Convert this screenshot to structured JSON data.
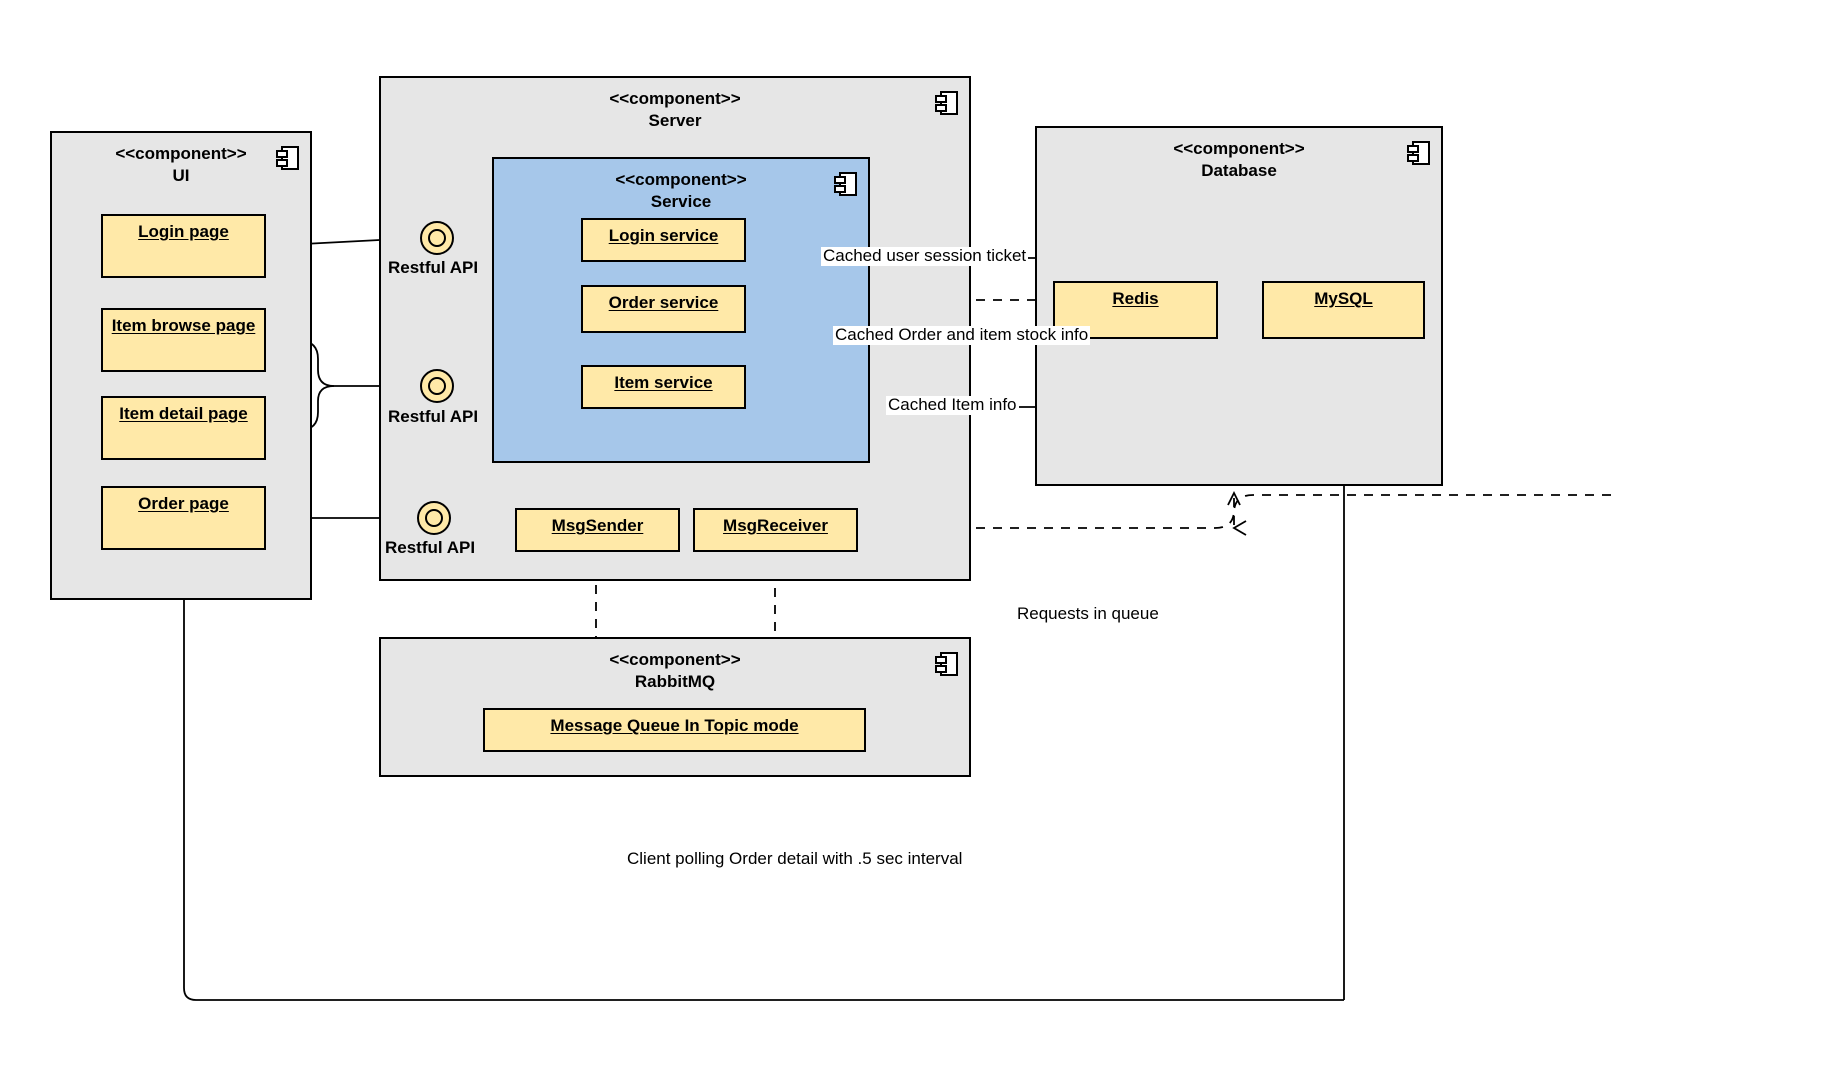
{
  "diagram": {
    "type": "uml-component-diagram",
    "stereotype": "<<component>>",
    "colors": {
      "component_fill": "#e6e6e6",
      "service_fill": "#a6c7ea",
      "node_fill": "#ffe9a8",
      "stroke": "#000000",
      "background": "#ffffff"
    }
  },
  "components": [
    {
      "id": "ui",
      "stereotype": "<<component>>",
      "name": "UI",
      "nodes": [
        {
          "id": "login-page",
          "label": "Login page"
        },
        {
          "id": "item-browse-page",
          "label": "Item browse page"
        },
        {
          "id": "item-detail-page",
          "label": "Item detail page"
        },
        {
          "id": "order-page",
          "label": "Order page"
        }
      ]
    },
    {
      "id": "server",
      "stereotype": "<<component>>",
      "name": "Server",
      "nodes": [
        {
          "id": "msgsender",
          "label": "MsgSender"
        },
        {
          "id": "msgreceiver",
          "label": "MsgReceiver"
        }
      ]
    },
    {
      "id": "service",
      "stereotype": "<<component>>",
      "name": "Service",
      "nodes": [
        {
          "id": "login-service",
          "label": "Login service"
        },
        {
          "id": "order-service",
          "label": "Order service"
        },
        {
          "id": "item-service",
          "label": "Item service"
        }
      ]
    },
    {
      "id": "database",
      "stereotype": "<<component>>",
      "name": "Database",
      "nodes": [
        {
          "id": "redis",
          "label": "Redis"
        },
        {
          "id": "mysql",
          "label": "MySQL"
        }
      ]
    },
    {
      "id": "rabbitmq",
      "stereotype": "<<component>>",
      "name": "RabbitMQ",
      "nodes": [
        {
          "id": "message-queue",
          "label": "Message Queue In Topic mode"
        }
      ]
    }
  ],
  "interfaces": [
    {
      "id": "restful-api-1",
      "label": "Restful API"
    },
    {
      "id": "restful-api-2",
      "label": "Restful API"
    },
    {
      "id": "restful-api-3",
      "label": "Restful API"
    }
  ],
  "edge_labels": [
    {
      "id": "cached-user-session-ticket",
      "label": "Cached user session ticket"
    },
    {
      "id": "cached-order-and-item-stock-info",
      "label": "Cached Order and item stock info"
    },
    {
      "id": "cached-item-info",
      "label": "Cached Item info"
    },
    {
      "id": "requests-in-queue",
      "label": "Requests in queue"
    },
    {
      "id": "client-polling",
      "label": "Client polling Order detail with .5 sec interval"
    }
  ]
}
